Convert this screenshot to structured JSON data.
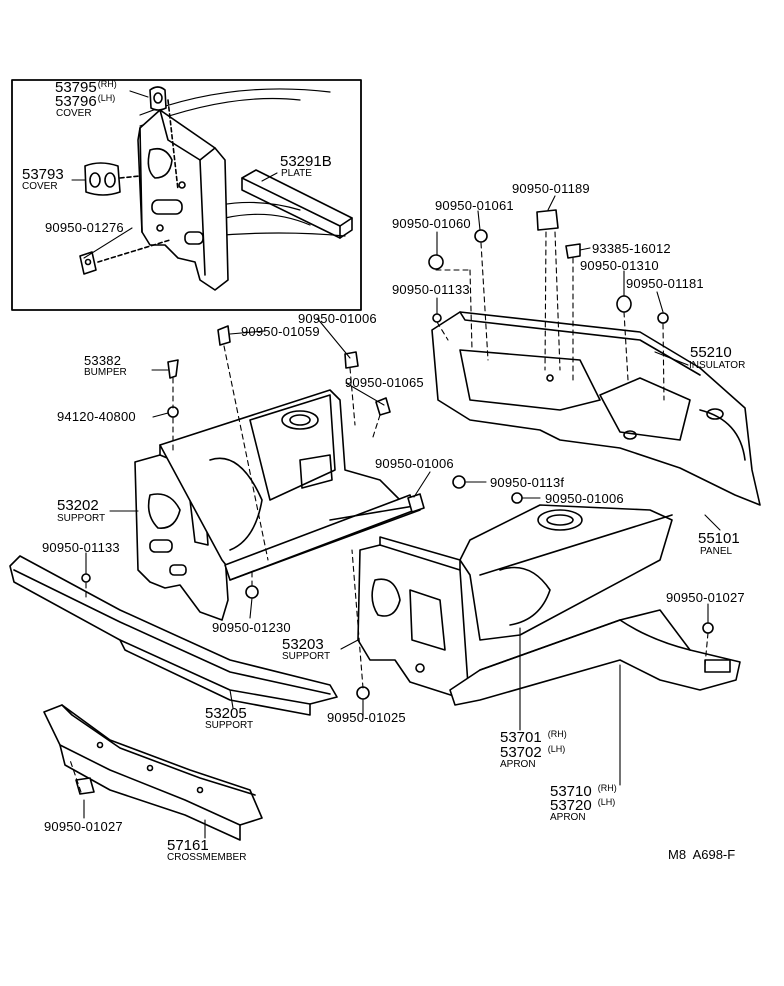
{
  "footer_code": "M8  A698-F",
  "inset": {
    "labels": {
      "p53795": "53795",
      "p53795_tag": "(RH)",
      "p53796": "53796",
      "p53796_tag": "(LH)",
      "cover_top": "COVER",
      "p53793": "53793",
      "cover_left": "COVER",
      "p53291b": "53291B",
      "plate": "PLATE",
      "p90950_01276": "90950-01276"
    }
  },
  "parts": {
    "p90950_01006_a": "90950-01006",
    "p90950_01059": "90950-01059",
    "p53382": "53382",
    "bumper": "BUMPER",
    "p94120_40800": "94120-40800",
    "p90950_01065": "90950-01065",
    "p53202": "53202",
    "support_a": "SUPPORT",
    "p90950_01133_a": "90950-01133",
    "p90950_01230": "90950-01230",
    "p90950_01006_b": "90950-01006",
    "p90950_0113f": "90950-0113f",
    "p90950_01006_c": "90950-01006",
    "p53203": "53203",
    "support_b": "SUPPORT",
    "p53205": "53205",
    "support_c": "SUPPORT",
    "p90950_01025": "90950-01025",
    "p57161": "57161",
    "crossmember": "CROSSMEMBER",
    "p90950_01027_a": "90950-01027",
    "p53701": "53701",
    "p53701_tag": "(RH)",
    "p53702": "53702",
    "p53702_tag": "(LH)",
    "apron_a": "APRON",
    "p53710": "53710",
    "p53710_tag": "(RH)",
    "p53720": "53720",
    "p53720_tag": "(LH)",
    "apron_b": "APRON",
    "p90950_01027_b": "90950-01027",
    "p90950_01189": "90950-01189",
    "p90950_01061": "90950-01061",
    "p90950_01060": "90950-01060",
    "p93385_16012": "93385-16012",
    "p90950_01310": "90950-01310",
    "p90950_01133_b": "90950-01133",
    "p90950_01181": "90950-01181",
    "p55210": "55210",
    "insulator": "INSULATOR",
    "p55101": "55101",
    "panel": "PANEL"
  }
}
